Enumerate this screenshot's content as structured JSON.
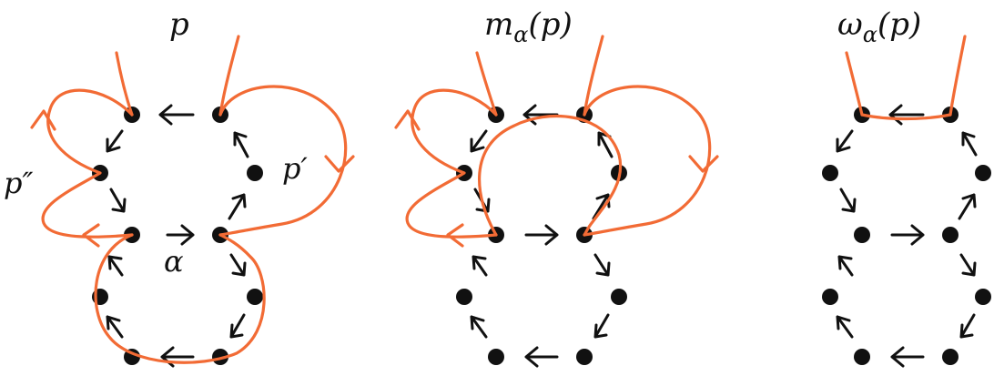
{
  "colors": {
    "curve": "#f26b35",
    "ink": "#111111"
  },
  "panels": [
    {
      "id": "p",
      "title": "p",
      "annotations": [
        "p′",
        "p″",
        "α"
      ]
    },
    {
      "id": "m",
      "title_main": "m",
      "title_sub": "α",
      "title_rest": "(p)"
    },
    {
      "id": "w",
      "title_main": "ω",
      "title_sub": "α",
      "title_rest": "(p)"
    }
  ]
}
